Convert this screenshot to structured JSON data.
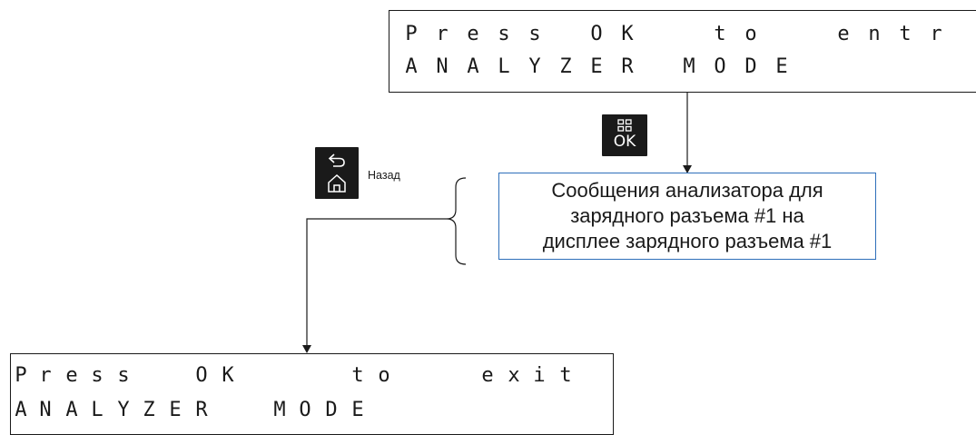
{
  "lcd_top": {
    "row1": [
      "P",
      "r",
      "e",
      "s",
      "s",
      "",
      "O",
      "K",
      "",
      "",
      "t",
      "o",
      "",
      "",
      "e",
      "n",
      "t",
      "r"
    ],
    "row2": [
      "A",
      "N",
      "A",
      "L",
      "Y",
      "Z",
      "E",
      "R",
      "",
      "",
      "M",
      "O",
      "D",
      "E"
    ]
  },
  "lcd_bottom": {
    "row1": [
      "P",
      "r",
      "e",
      "s",
      "s",
      "",
      "",
      "O",
      "K",
      "",
      "",
      "",
      "",
      "t",
      "o",
      "",
      "",
      "",
      "e",
      "x",
      "i",
      "t"
    ],
    "row2": [
      "A",
      "N",
      "A",
      "L",
      "Y",
      "Z",
      "E",
      "R",
      "",
      "",
      "M",
      "O",
      "D",
      "E"
    ]
  },
  "ok_key": {
    "label": "OK",
    "icon": "menu-grid-icon"
  },
  "back_key": {
    "label": "Назад",
    "icons": [
      "back-arrow-icon",
      "home-icon"
    ]
  },
  "message_box": {
    "lines": [
      "Сообщения анализатора для",
      "зарядного разъема #1 на",
      "дисплее зарядного разъема #1"
    ]
  },
  "colors": {
    "line": "#1a1a1a",
    "key_background": "#1a1a1a",
    "message_border": "#2e6fba"
  }
}
